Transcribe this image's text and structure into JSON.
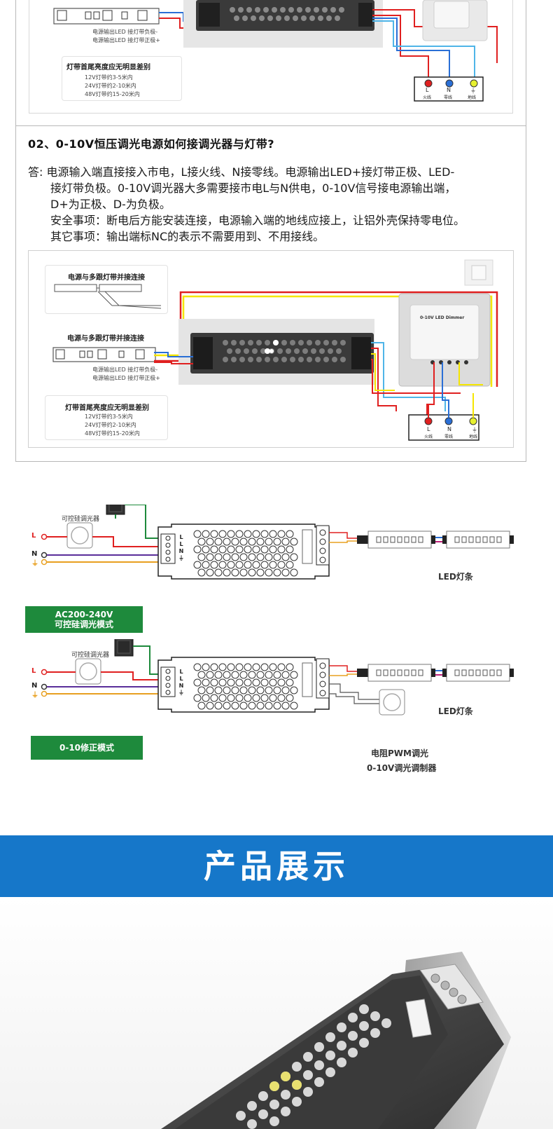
{
  "section1": {
    "output_notes": [
      "电源输出LED 接灯带负极-",
      "电源输出LED 接灯带正极+"
    ],
    "brightness_title": "灯带首尾亮度应无明显差别",
    "brightness_lines": [
      "12V灯带约3-5米内",
      "24V灯带约2-10米内",
      "48V灯带约15-20米内"
    ],
    "terminal_labels": [
      "L",
      "N",
      "⏚"
    ],
    "terminal_sublabels": [
      "火线",
      "零线",
      "地线"
    ]
  },
  "section2": {
    "question": "02、0-10V恒压调光电源如何接调光器与灯带?",
    "answer_lines": [
      "答: 电源输入端直接接入市电，L接火线、N接零线。电源输出LED+接灯带正极、LED-",
      "接灯带负极。0-10V调光器大多需要接市电L与N供电，0-10V信号接电源输出端，",
      "D+为正极、D-为负极。",
      "安全事项：断电后方能安装连接，电源输入端的地线应接上，让铝外壳保持零电位。",
      "其它事项：输出端标NC的表示不需要用到、不用接线。"
    ],
    "diagram": {
      "series_title": "电源与多跟灯带并接连接",
      "parallel_title": "电源与多跟灯带并接连接",
      "output_notes": [
        "电源输出LED 接灯带负极-",
        "电源输出LED 接灯带正极+"
      ],
      "brightness_title": "灯带首尾亮度应无明显差别",
      "brightness_lines": [
        "12V灯带约3-5米内",
        "24V灯带约2-10米内",
        "48V灯带约15-20米内"
      ],
      "dimmer_panel_text": "0-10V LED Dimmer",
      "terminal_labels": [
        "L",
        "N",
        "⏚"
      ],
      "terminal_sublabels": [
        "火线",
        "零线",
        "地线"
      ]
    }
  },
  "wiring": {
    "diagram1": {
      "dimmer_label": "可控硅调光器",
      "line_labels": [
        "L",
        "N",
        "⏚"
      ],
      "strip_label": "LED灯条",
      "tag": [
        "AC200-240V",
        "可控硅调光模式"
      ]
    },
    "diagram2": {
      "dimmer_label": "可控硅调光器",
      "line_labels": [
        "L",
        "N",
        "⏚"
      ],
      "strip_label": "LED灯条",
      "pwm_label_1": "电阻PWM调光",
      "pwm_label_2": "0-10V调光调制器",
      "tag": "0-10修正模式"
    },
    "psu_pins": [
      "L",
      "L",
      "N",
      "⏚"
    ]
  },
  "banner": {
    "title": "产品展示"
  },
  "colors": {
    "red": "#e02020",
    "blue": "#2a6fd6",
    "yellow": "#f5e600",
    "green": "#1e8a3c",
    "band": "#1677c9"
  }
}
